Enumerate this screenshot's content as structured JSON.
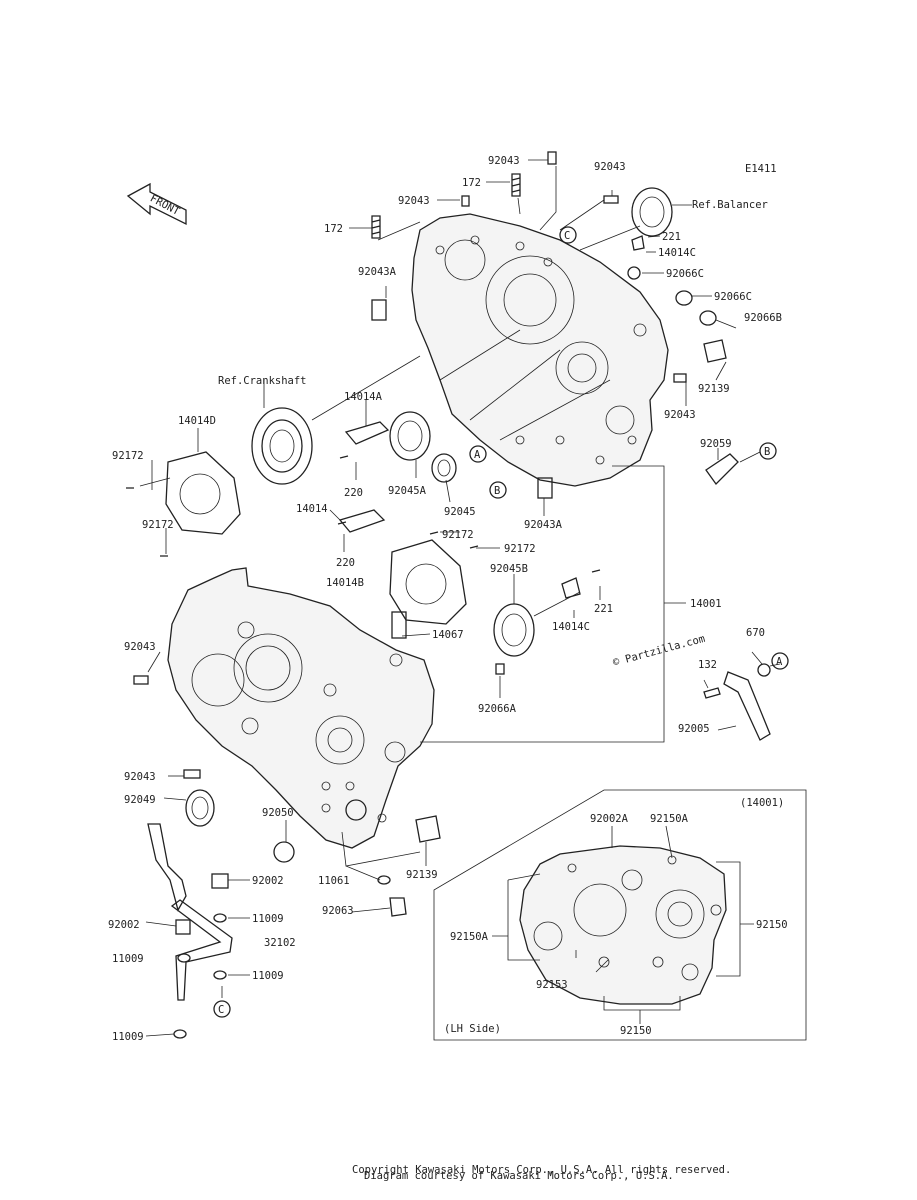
{
  "figure_code": "E1411",
  "front_label": "FRONT",
  "watermark": "© Partzilla.com",
  "inset": {
    "title": "(14001)",
    "side_label": "(LH Side)"
  },
  "footer_lines": [
    "Copyright Kawasaki Motors Corp., U.S.A. All rights reserved.",
    "Diagram courtesy of Kawasaki Motors Corp., U.S.A."
  ],
  "callouts": {
    "a": "A",
    "b": "B",
    "c": "C"
  },
  "labels": {
    "l92043_top": "92043",
    "l172_top": "172",
    "l92043_b": "92043",
    "l172_left": "172",
    "l92043_r": "92043",
    "ref_balancer": "Ref.Balancer",
    "l221_top": "221",
    "l14014C_top": "14014C",
    "l92066C_a": "92066C",
    "l92066C_b": "92066C",
    "l92066B": "92066B",
    "l92043A_top": "92043A",
    "ref_crankshaft": "Ref.Crankshaft",
    "l14014A": "14014A",
    "l14014D": "14014D",
    "l92139_r": "92139",
    "l92043_r2": "92043",
    "l92172_left": "92172",
    "l220_a": "220",
    "l92045A": "92045A",
    "l92045": "92045",
    "l92059": "92059",
    "l14014": "14014",
    "l92043A_mid": "92043A",
    "l92172_mid": "92172",
    "l92172_b": "92172",
    "l92172_c": "92172",
    "l220_b": "220",
    "l14014B": "14014B",
    "l92045B": "92045B",
    "l221_mid": "221",
    "l14001": "14001",
    "l14067": "14067",
    "l14014C_mid": "14014C",
    "l92043_left": "92043",
    "l670": "670",
    "l132": "132",
    "l92066A": "92066A",
    "l92005": "92005",
    "l92043_low": "92043",
    "l92049": "92049",
    "l92050": "92050",
    "l92002_a": "92002",
    "l11061": "11061",
    "l92139_low": "92139",
    "l11009_a": "11009",
    "l92063": "92063",
    "l92002_b": "92002",
    "l32102": "32102",
    "l11009_b": "11009",
    "l11009_c": "11009",
    "l11009_d": "11009",
    "l92002A": "92002A",
    "l92150A": "92150A",
    "l92150_r": "92150",
    "l92150A_l": "92150A",
    "l92153": "92153",
    "l92150_b": "92150"
  }
}
